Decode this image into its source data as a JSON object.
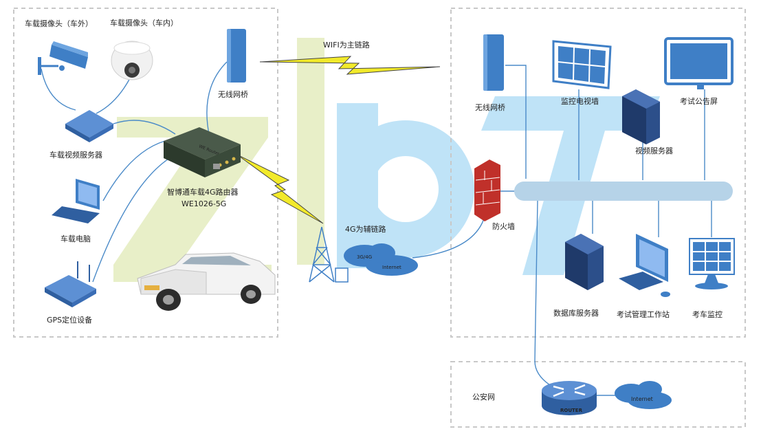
{
  "vehicle": {
    "camera_outside_label": "车载摄像头（车外）",
    "camera_inside_label": "车载摄像头（车内）",
    "video_server_label": "车载视频服务器",
    "laptop_label": "车载电脑",
    "gps_label": "GPS定位设备",
    "router_label_line1": "智博通车载4G路由器",
    "router_label_line2": "WE1026-5G",
    "router_device_text": "WE Router",
    "bridge_label": "无线网桥"
  },
  "links": {
    "wifi_label": "WIFI为主链路",
    "g4_label": "4G为辅链路",
    "cloud_3g4g_text": "3G/4G",
    "cloud_internet_text": "Internet"
  },
  "center": {
    "bridge_label": "无线网桥",
    "video_wall_label": "监控电视墙",
    "notice_screen_label": "考试公告屏",
    "video_server_label": "视频服务器",
    "firewall_label": "防火墙",
    "db_server_label": "数据库服务器",
    "workstation_label": "考试管理工作站",
    "car_monitor_label": "考车监控"
  },
  "police": {
    "net_label": "公安网",
    "router_text": "ROUTER",
    "internet_text": "Internet"
  },
  "colors": {
    "device_blue": "#3f7fc6",
    "line_blue": "#4a8ac8",
    "bolt_yellow": "#f2ea2a",
    "watermark_green": "#e8efc8",
    "watermark_blue": "#bfe3f7",
    "bus_blue": "#b6d3e8",
    "firewall_red": "#c0302a"
  }
}
